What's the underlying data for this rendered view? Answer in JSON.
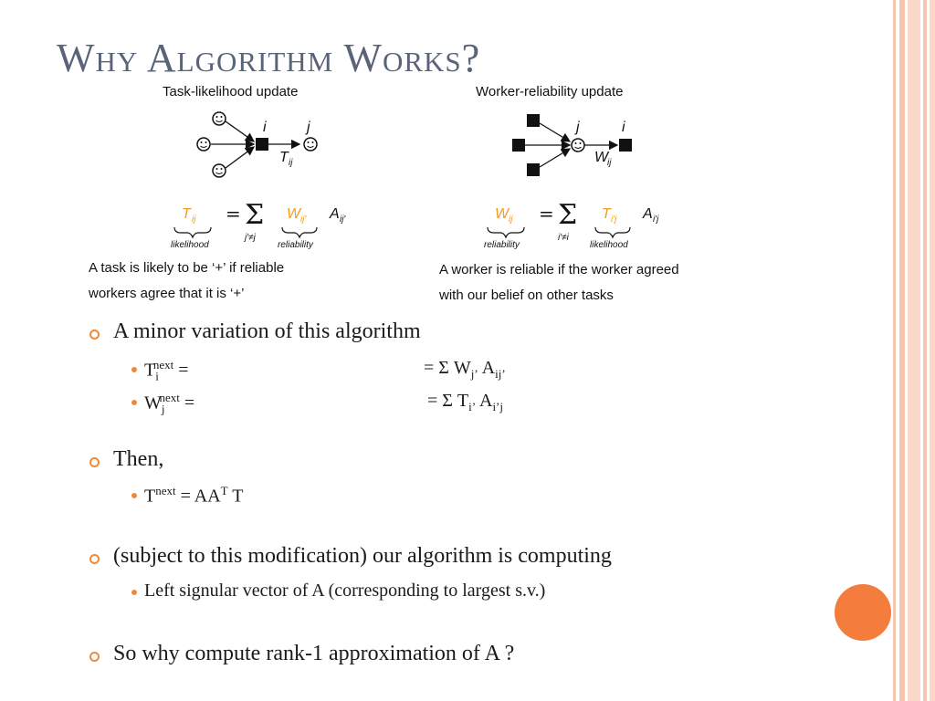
{
  "slide": {
    "title": "Why Algorithm Works?",
    "colors": {
      "title": "#59637a",
      "accent": "#f08a3a",
      "circle": "#f47c3c",
      "stripe": "#f7c4b0",
      "highlight": "#f29b24"
    }
  },
  "figure": {
    "left": {
      "header": "Task-likelihood update",
      "node_i": "i",
      "node_j": "j",
      "edge_label": "T",
      "edge_sub": "ij",
      "eq_lhs": "T",
      "eq_lhs_sub": "ij",
      "eq_sum_sub": "j′≠j",
      "eq_w": "W",
      "eq_w_sub": "ij′",
      "eq_a": "A",
      "eq_a_sub": "ij′",
      "under_lhs": "likelihood",
      "under_w": "reliability",
      "caption_line1": "A task is likely to be ‘+’ if reliable",
      "caption_line2": "workers agree that it is ‘+’"
    },
    "right": {
      "header": "Worker-reliability update",
      "node_j": "j",
      "node_i": "i",
      "edge_label": "W",
      "edge_sub": "ij",
      "eq_lhs": "W",
      "eq_lhs_sub": "ij",
      "eq_sum_sub": "i′≠i",
      "eq_t": "T",
      "eq_t_sub": "i′j",
      "eq_a": "A",
      "eq_a_sub": "i′j",
      "under_lhs": "reliability",
      "under_t": "likelihood",
      "caption_line1": "A worker is reliable if the worker agreed",
      "caption_line2": "with our belief on other tasks"
    }
  },
  "bullets": {
    "b1": "A minor variation of this algorithm",
    "b1_1": {
      "base": "T",
      "sub": "i",
      "sup": "next",
      "eq": "=",
      "rhs": "= Σ W",
      "rhs_sub1": "j’",
      "rhs_mid": " A",
      "rhs_sub2": "ij’"
    },
    "b1_2": {
      "base": "W",
      "sub": "j",
      "sup": "next",
      "eq": "=",
      "rhs": "= Σ T",
      "rhs_sub1": "i’",
      "rhs_mid": " A",
      "rhs_sub2": "i’j"
    },
    "b2": "Then,",
    "b2_1": {
      "base": "T",
      "sup": "next",
      "rhs": " = AA",
      "rhs_sup": "T",
      "tail": " T"
    },
    "b3": "(subject to this modification) our algorithm is computing",
    "b3_1": "Left signular vector of A (corresponding to largest s.v.)",
    "b4": "So why compute rank-1 approximation of A ?"
  }
}
